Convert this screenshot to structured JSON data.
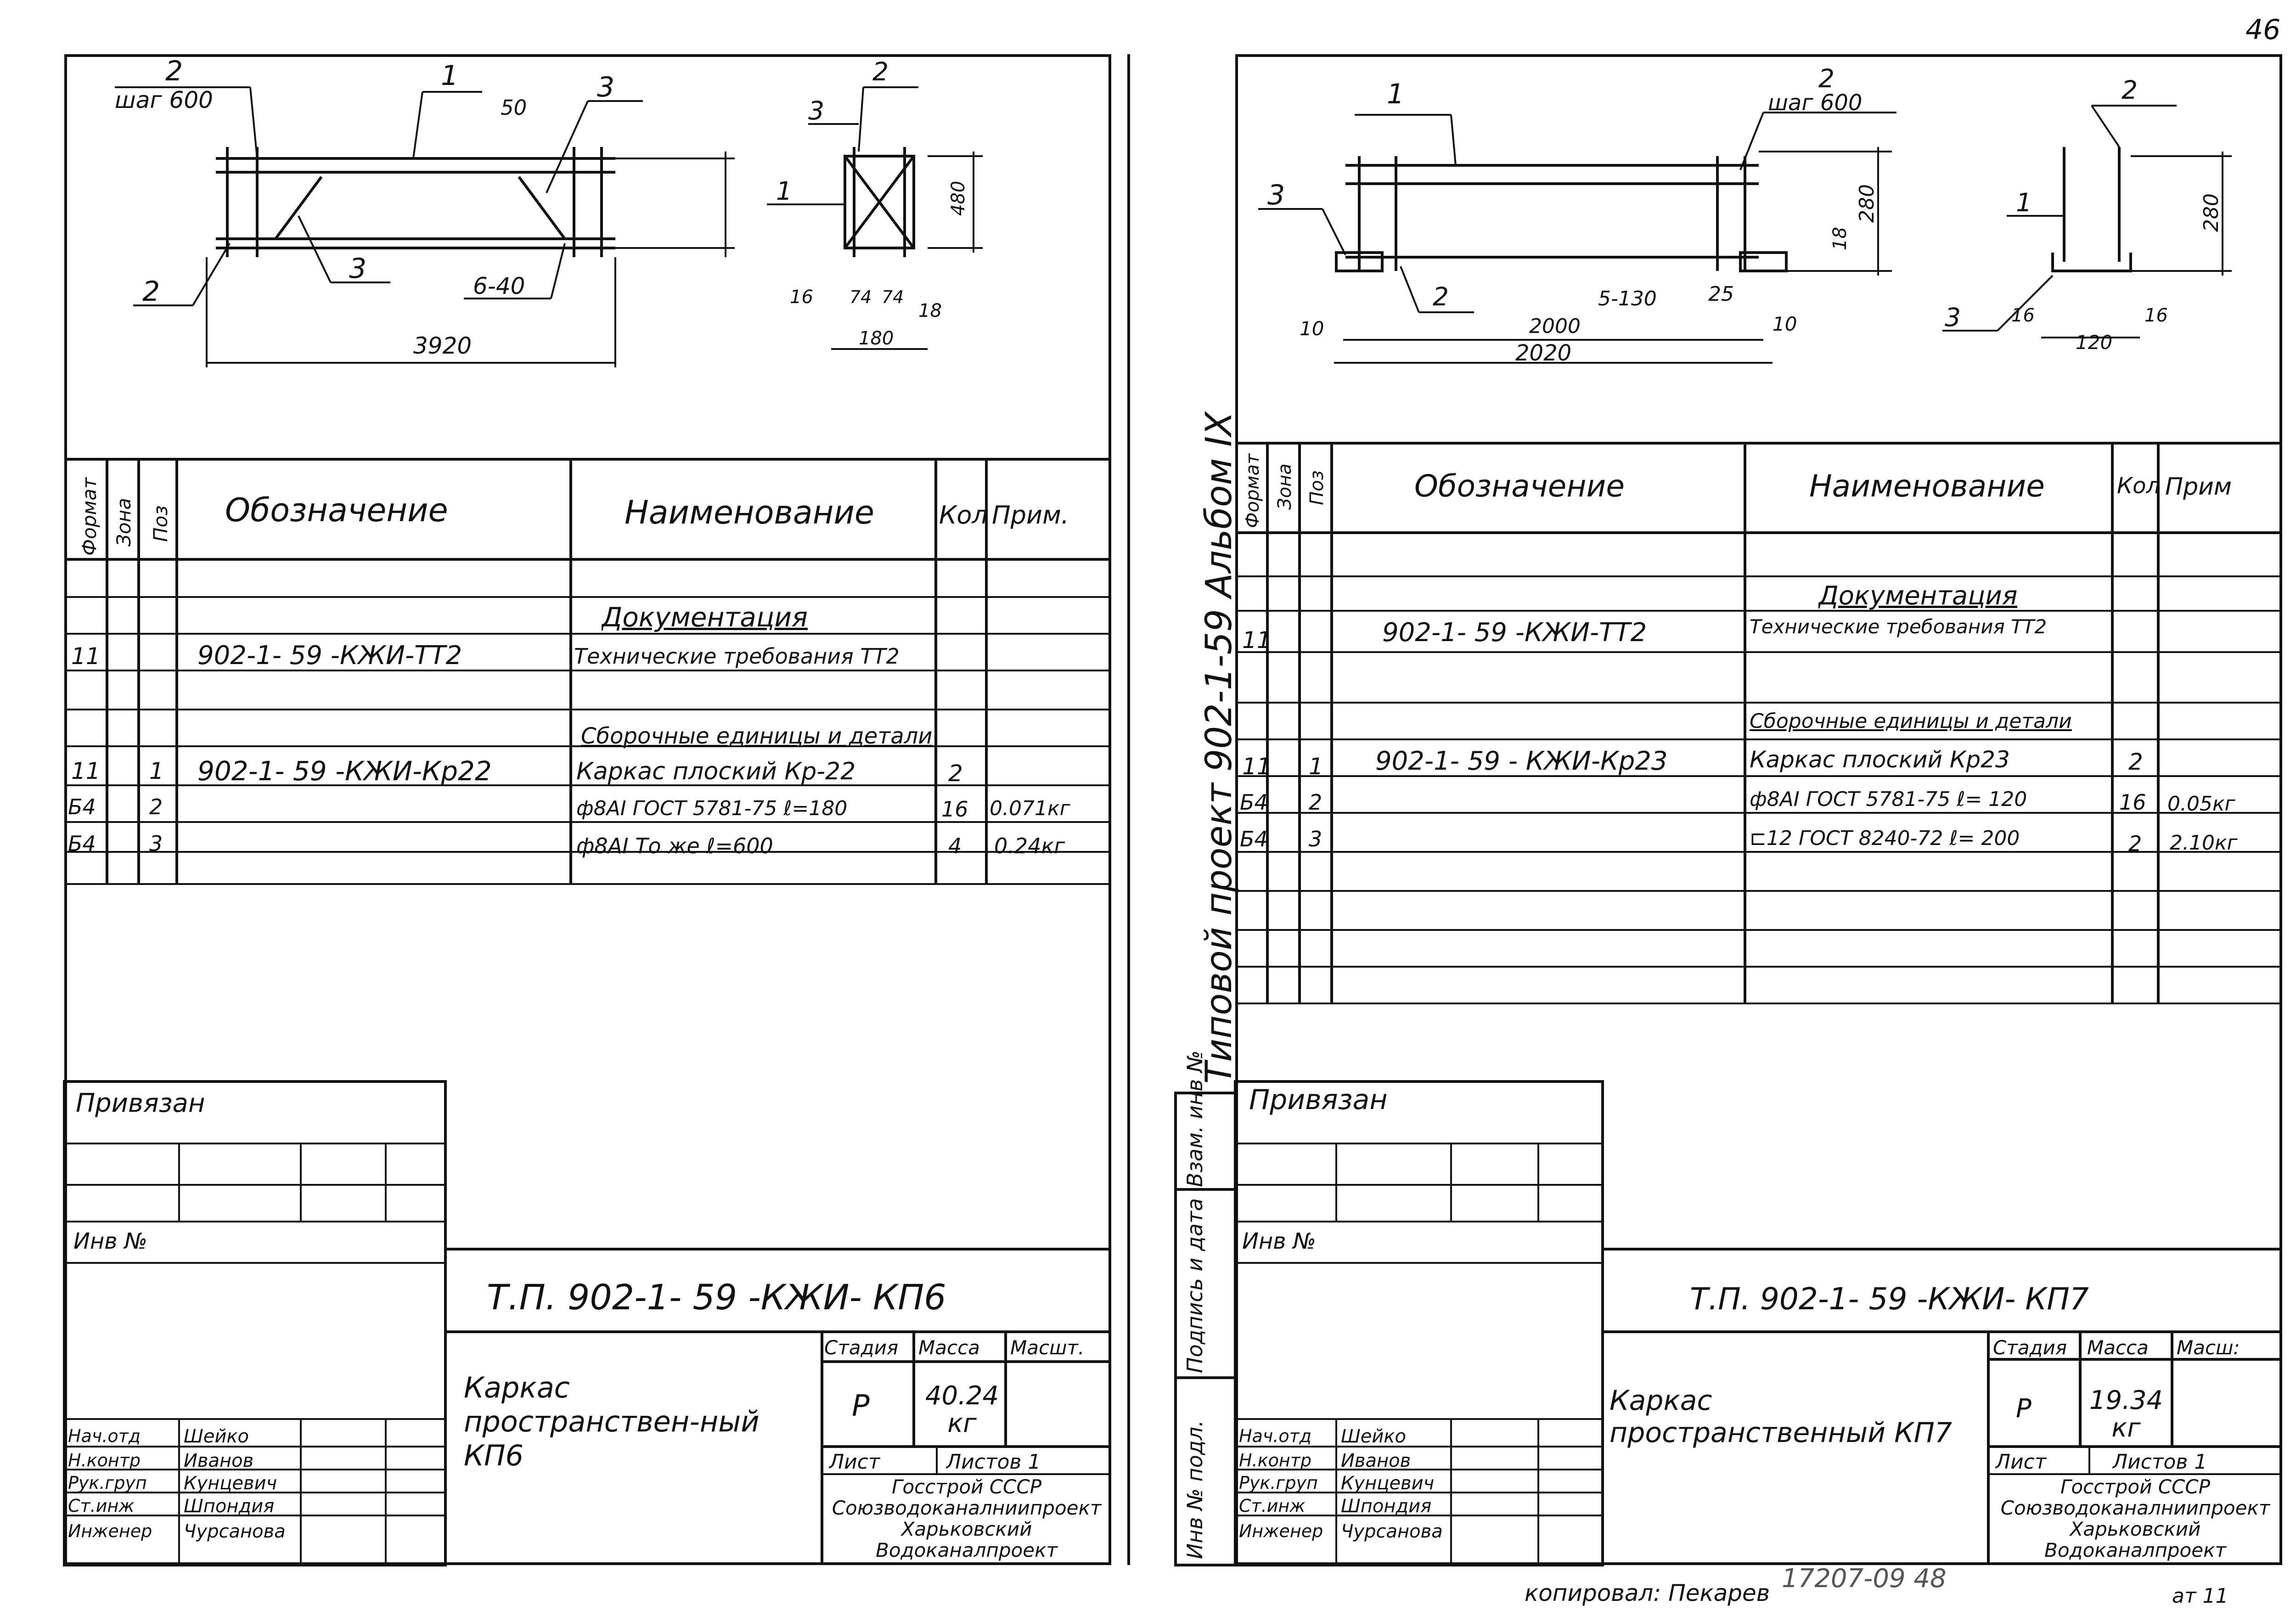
{
  "page_number": "46",
  "album_label": "Типовой проект   902-1-59   Альбом  IX",
  "bottom_stamp": "17207-09   48",
  "bottom_copy": "копировал: Пекарев",
  "bottom_format": "ат 11",
  "left": {
    "drawing": {
      "callouts": [
        "2",
        "шаг 600",
        "1",
        "50",
        "3",
        "2",
        "3",
        "6-40",
        "3920",
        "2",
        "3",
        "1",
        "480",
        "16",
        "74",
        "74",
        "18",
        "180"
      ]
    },
    "spec_headers": [
      "Формат",
      "Зона",
      "Поз",
      "Обозначение",
      "Наименование",
      "Кол",
      "Прим."
    ],
    "spec_rows": [
      {
        "format": "",
        "zone": "",
        "pos": "",
        "designation": "",
        "name": "Документация",
        "qty": "",
        "note": ""
      },
      {
        "format": "11",
        "zone": "",
        "pos": "",
        "designation": "902-1- 59  -КЖИ-ТТ2",
        "name": "Технические требования ТТ2",
        "qty": "",
        "note": ""
      },
      {
        "format": "",
        "zone": "",
        "pos": "",
        "designation": "",
        "name": "Сборочные единицы и детали",
        "qty": "",
        "note": ""
      },
      {
        "format": "11",
        "zone": "",
        "pos": "1",
        "designation": "902-1- 59   -КЖИ-Кр22",
        "name": "Каркас плоский Кр-22",
        "qty": "2",
        "note": ""
      },
      {
        "format": "Б4",
        "zone": "",
        "pos": "2",
        "designation": "",
        "name": "ф8АI ГОСТ 5781-75  ℓ=180",
        "qty": "16",
        "note": "0.071кг"
      },
      {
        "format": "Б4",
        "zone": "",
        "pos": "3",
        "designation": "",
        "name": "ф8АI  То же   ℓ=600",
        "qty": "4",
        "note": "0.24кг"
      }
    ],
    "privyazan": "Привязан",
    "inv": "Инв №",
    "title_code": "Т.П. 902-1- 59  -КЖИ- КП6",
    "item_name": "Каркас пространствен-ный КП6",
    "stage_label": "Стадия",
    "mass_label": "Масса",
    "scale_label": "Масшт.",
    "stage": "Р",
    "mass": "40.24 кг",
    "sheet_label": "Лист",
    "sheets_label": "Листов  1",
    "org": "Госстрой СССР Союзводоканалниипроект Харьковский Водоканалпроект",
    "staff": [
      {
        "role": "Нач.отд",
        "name": "Шейко"
      },
      {
        "role": "Н.контр",
        "name": "Иванов"
      },
      {
        "role": "Рук.груп",
        "name": "Кунцевич"
      },
      {
        "role": "Ст.инж",
        "name": "Шпондия"
      },
      {
        "role": "Инженер",
        "name": "Чурсанова"
      }
    ]
  },
  "right": {
    "drawing": {
      "callouts": [
        "1",
        "2",
        "шаг 600",
        "3",
        "280",
        "18",
        "2",
        "5-130",
        "25",
        "10",
        "2000",
        "2020",
        "10",
        "2",
        "1",
        "280",
        "3",
        "16",
        "120",
        "16"
      ]
    },
    "spec_headers": [
      "Формат",
      "Зона",
      "Поз",
      "Обозначение",
      "Наименование",
      "Кол",
      "Прим"
    ],
    "spec_rows": [
      {
        "format": "",
        "zone": "",
        "pos": "",
        "designation": "",
        "name": "Документация",
        "qty": "",
        "note": ""
      },
      {
        "format": "11",
        "zone": "",
        "pos": "",
        "designation": "902-1- 59 -КЖИ-ТТ2",
        "name": "Технические требования ТТ2",
        "qty": "",
        "note": ""
      },
      {
        "format": "",
        "zone": "",
        "pos": "",
        "designation": "",
        "name": "Сборочные единицы и детали",
        "qty": "",
        "note": ""
      },
      {
        "format": "11",
        "zone": "",
        "pos": "1",
        "designation": "902-1- 59 - КЖИ-Кр23",
        "name": "Каркас плоский   Кр23",
        "qty": "2",
        "note": ""
      },
      {
        "format": "Б4",
        "zone": "",
        "pos": "2",
        "designation": "",
        "name": "ф8АI ГОСТ 5781-75  ℓ= 120",
        "qty": "16",
        "note": "0.05кг"
      },
      {
        "format": "Б4",
        "zone": "",
        "pos": "3",
        "designation": "",
        "name": "⊏12 ГОСТ 8240-72  ℓ= 200",
        "qty": "2",
        "note": "2.10кг"
      }
    ],
    "side_labels": [
      "Взам. инв №",
      "Подпись и дата",
      "Инв № подл."
    ],
    "privyazan": "Привязан",
    "inv": "Инв №",
    "title_code": "Т.П. 902-1- 59  -КЖИ- КП7",
    "item_name": "Каркас пространственный КП7",
    "stage_label": "Стадия",
    "mass_label": "Масса",
    "scale_label": "Масш:",
    "stage": "Р",
    "mass": "19.34 кг",
    "sheet_label": "Лист",
    "sheets_label": "Листов 1",
    "org": "Госстрой СССР Союзводоканалниипроект Харьковский Водоканалпроект",
    "staff": [
      {
        "role": "Нач.отд",
        "name": "Шейко"
      },
      {
        "role": "Н.контр",
        "name": "Иванов"
      },
      {
        "role": "Рук.груп",
        "name": "Кунцевич"
      },
      {
        "role": "Ст.инж",
        "name": "Шпондия"
      },
      {
        "role": "Инженер",
        "name": "Чурсанова"
      }
    ]
  }
}
